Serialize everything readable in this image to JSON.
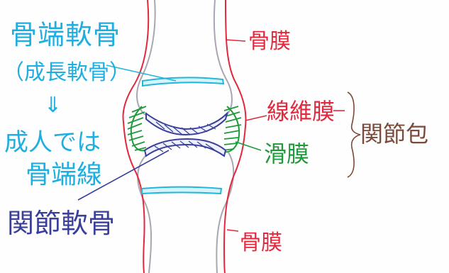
{
  "labels": {
    "epiphyseal_cartilage": "骨端軟骨",
    "growth_cartilage": "（成長軟骨）",
    "arrow": "⇓",
    "adult_line1": "成人では",
    "adult_line2": "骨端線",
    "articular_cartilage": "関節軟骨",
    "periosteum_top": "骨膜",
    "periosteum_bottom": "骨膜",
    "fibrous_membrane": "線維膜",
    "synovial_membrane": "滑膜",
    "joint_capsule": "関節包"
  },
  "colors": {
    "blue_text": "#1eaee0",
    "dark_blue": "#3a3f9a",
    "red": "#e2283c",
    "green": "#1e9a3a",
    "brown": "#7a4a3a",
    "bone_outline": "#a7a7b2",
    "cyan_band": "#22b6d8"
  }
}
